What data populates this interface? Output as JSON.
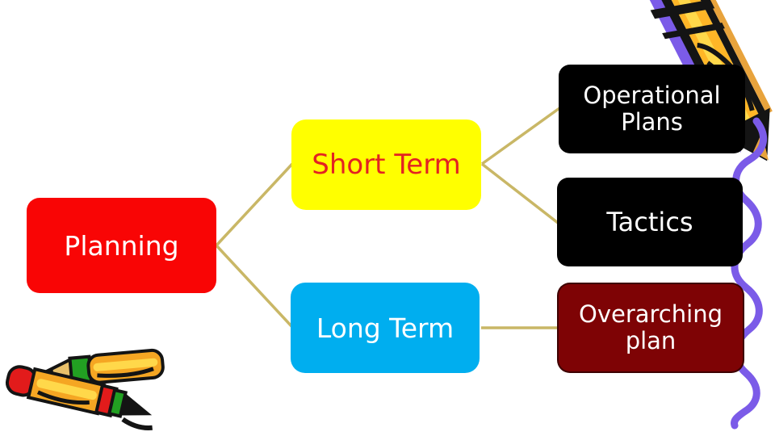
{
  "slide": {
    "background_color": "#FFFFFF",
    "connector_color": "#C9B766",
    "nodes": {
      "planning": {
        "label": "Planning",
        "bg": "#F90505",
        "fg": "#FFFFFF"
      },
      "short_term": {
        "label": "Short Term",
        "bg": "#FFFF00",
        "fg": "#E32222"
      },
      "long_term": {
        "label": "Long Term",
        "bg": "#00AEEF",
        "fg": "#FFFFFF"
      },
      "operational_plans": {
        "label": "Operational Plans",
        "bg": "#000000",
        "fg": "#FFFFFF"
      },
      "tactics": {
        "label": "Tactics",
        "bg": "#000000",
        "fg": "#FFFFFF"
      },
      "overarching_plan": {
        "label": "Overarching plan",
        "bg": "#7E0305",
        "fg": "#FFFFFF"
      }
    },
    "edges": [
      {
        "from": "Planning",
        "to": "Short Term"
      },
      {
        "from": "Planning",
        "to": "Long Term"
      },
      {
        "from": "Short Term",
        "to": "Operational Plans"
      },
      {
        "from": "Short Term",
        "to": "Tactics"
      },
      {
        "from": "Long Term",
        "to": "Overarching plan"
      }
    ],
    "decorations": {
      "top_right": "pencil-drawing-squiggle",
      "bottom_left": "crossed-crayons",
      "squiggle_color": "#7B5BE8",
      "pencil_colors": [
        "#7B5BE8",
        "#141414",
        "#FFB627",
        "#FFD84A",
        "#E8A33C"
      ],
      "crayon_colors": [
        "#F5A623",
        "#FFD84A",
        "#E21B1B",
        "#22A022",
        "#E8C06A"
      ]
    }
  }
}
